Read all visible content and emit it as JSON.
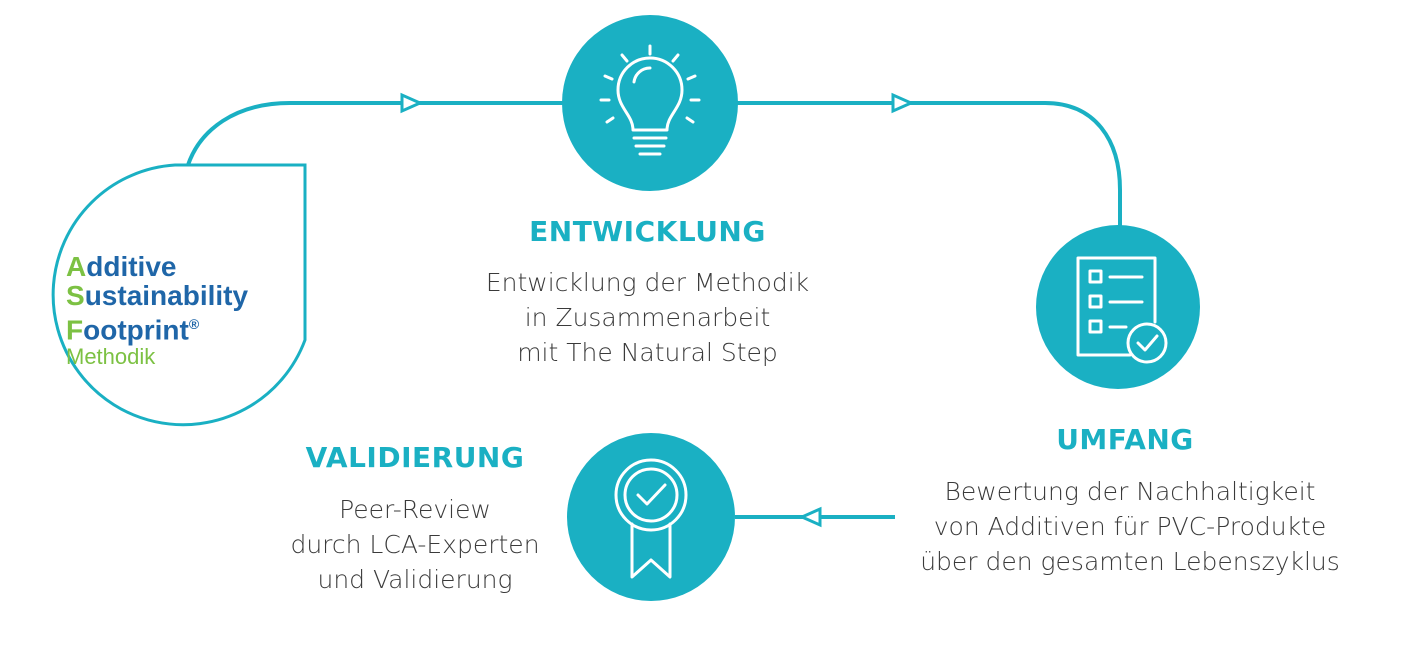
{
  "colors": {
    "accent": "#1ab0c3",
    "logo_blue": "#1f66a8",
    "logo_green": "#7cc143",
    "text": "#3a3a3a"
  },
  "logo": {
    "lines": [
      {
        "first": "A",
        "rest": "dditive"
      },
      {
        "first": "S",
        "rest": "ustainability"
      },
      {
        "first": "F",
        "rest": "ootprint"
      }
    ],
    "registered": "®",
    "subtitle": "Methodik"
  },
  "stages": {
    "entwicklung": {
      "icon": "lightbulb-icon",
      "title": "ENTWICKLUNG",
      "lines": [
        "Entwicklung der Methodik",
        "in Zusammenarbeit",
        "mit The Natural Step"
      ]
    },
    "umfang": {
      "icon": "checklist-icon",
      "title": "UMFANG",
      "lines": [
        "Bewertung der Nachhaltigkeit",
        "von Additiven für PVC-Produkte",
        "über den gesamten Lebenszyklus"
      ]
    },
    "validierung": {
      "icon": "award-badge-icon",
      "title": "VALIDIERUNG",
      "lines": [
        "Peer-Review",
        "durch LCA-Experten",
        "und Validierung"
      ]
    }
  }
}
